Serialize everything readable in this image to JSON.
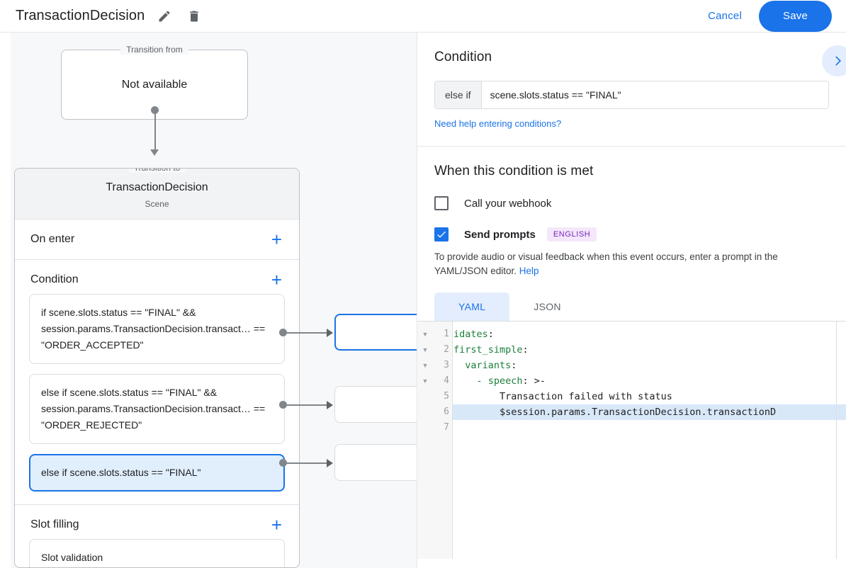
{
  "topbar": {
    "title": "TransactionDecision",
    "edit_icon": "pencil-icon",
    "delete_icon": "trash-icon",
    "cancel_label": "Cancel",
    "save_label": "Save",
    "accent_blue": "#1a73e8"
  },
  "canvas": {
    "transition_from": {
      "legend": "Transition from",
      "body": "Not available"
    },
    "transition_to": {
      "legend": "Transition to",
      "name": "TransactionDecision",
      "subtitle": "Scene"
    },
    "sections": [
      {
        "title": "On enter",
        "add_label": "+"
      },
      {
        "title": "Condition",
        "add_label": "+"
      },
      {
        "title": "Slot filling",
        "add_label": "+"
      }
    ],
    "conditions": [
      {
        "text": "if scene.slots.status == \"FINAL\" && session.params.TransactionDecision.transact… == \"ORDER_ACCEPTED\"",
        "selected": false
      },
      {
        "text": "else if scene.slots.status == \"FINAL\" && session.params.TransactionDecision.transact… == \"ORDER_REJECTED\"",
        "selected": false
      },
      {
        "text": "else if scene.slots.status == \"FINAL\"",
        "selected": true
      }
    ],
    "slot_filling": {
      "item": "Slot validation"
    }
  },
  "right_panel": {
    "condition_heading": "Condition",
    "expand_icon": "chevron-right-icon",
    "condition_prefix": "else if",
    "condition_value": "scene.slots.status == \"FINAL\"",
    "help_conditions_link": "Need help entering conditions?",
    "when_met_heading": "When this condition is met",
    "webhook": {
      "label": "Call your webhook",
      "checked": false
    },
    "send_prompts": {
      "label": "Send prompts",
      "checked": true,
      "badge": "ENGLISH"
    },
    "description": "To provide audio or visual feedback when this event occurs, enter a prompt in the YAML/JSON editor. ",
    "description_link": "Help",
    "tabs": [
      {
        "label": "YAML",
        "active": true
      },
      {
        "label": "JSON",
        "active": false
      }
    ],
    "editor": {
      "lines": [
        {
          "num": "1",
          "fold": true,
          "highlight": false,
          "key": "idates",
          "rest": ":"
        },
        {
          "num": "2",
          "fold": true,
          "highlight": false,
          "key": "first_simple",
          "rest": ":"
        },
        {
          "num": "3",
          "fold": true,
          "highlight": false,
          "key": "  variants",
          "rest": ":"
        },
        {
          "num": "4",
          "fold": true,
          "highlight": false,
          "key": "    - speech",
          "rest": ": >-"
        },
        {
          "num": "5",
          "fold": false,
          "highlight": false,
          "key": "",
          "rest": "        Transaction failed with status"
        },
        {
          "num": "6",
          "fold": false,
          "highlight": true,
          "key": "",
          "rest": "        $session.params.TransactionDecision.transactionD"
        },
        {
          "num": "7",
          "fold": false,
          "highlight": false,
          "key": "",
          "rest": ""
        }
      ]
    }
  }
}
